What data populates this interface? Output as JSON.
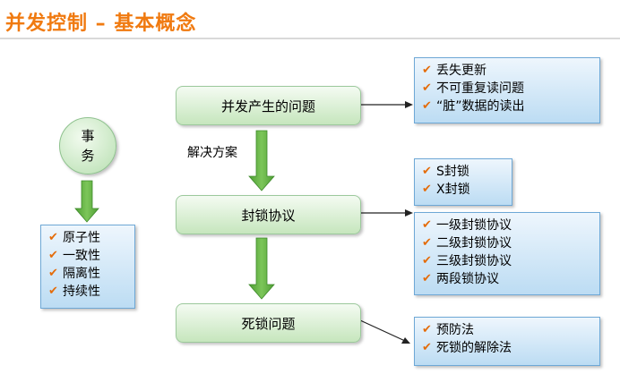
{
  "title": "并发控制 – 基本概念",
  "transaction": {
    "chars": [
      "事",
      "务"
    ]
  },
  "properties": [
    "原子性",
    "一致性",
    "隔离性",
    "持续性"
  ],
  "nodes": {
    "concurrency_problems": "并发产生的问题",
    "locking_protocol": "封锁协议",
    "deadlock": "死锁问题"
  },
  "solution_label": "解决方案",
  "problems": [
    "丢失更新",
    "不可重复读问题",
    "“脏”数据的读出"
  ],
  "lock_types": [
    "S封锁",
    "X封锁"
  ],
  "protocol_levels": [
    "一级封锁协议",
    "二级封锁协议",
    "三级封锁协议",
    "两段锁协议"
  ],
  "deadlock_handling": [
    "预防法",
    "死锁的解除法"
  ],
  "colors": {
    "title": "#f07a10",
    "check": "#e46c0a",
    "arrow": "#5fae3f"
  }
}
